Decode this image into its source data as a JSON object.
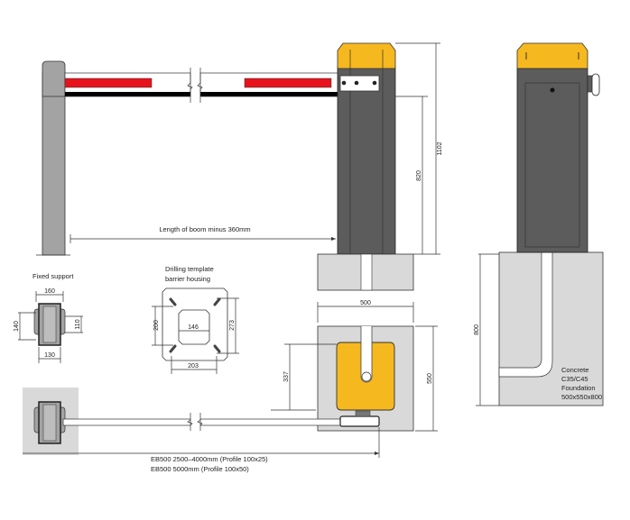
{
  "front_view": {
    "boom_length_label": "Length of boom minus 360mm",
    "height_total": "1102",
    "height_boom": "820"
  },
  "side_view": {
    "foundation_depth": "800",
    "concrete_note": [
      "Concrete",
      "C35/C45",
      "Foundation",
      "500x550x800"
    ]
  },
  "fixed_support": {
    "title": "Fixed support",
    "dims": {
      "width_top": "160",
      "height_left": "140",
      "height_right": "110",
      "width_bottom": "130"
    }
  },
  "drilling_template": {
    "title_lines": [
      "Drilling template",
      "barrier housing"
    ],
    "dims": {
      "height_left": "200",
      "inner_width": "146",
      "height_right": "273",
      "bottom_width": "203"
    }
  },
  "plan_view": {
    "foundation_width": "500",
    "foundation_length": "550",
    "offset": "337",
    "boom_specs": [
      "EB500  2500–4000mm (Profile 100x25)",
      "EB500  5000mm (Profile 100x50)"
    ]
  },
  "colors": {
    "housing": "#5c5c5c",
    "cap": "#f5b81e",
    "post": "#a3a3a3",
    "concrete": "#d9d9d9",
    "stripe": "#e8121c"
  }
}
